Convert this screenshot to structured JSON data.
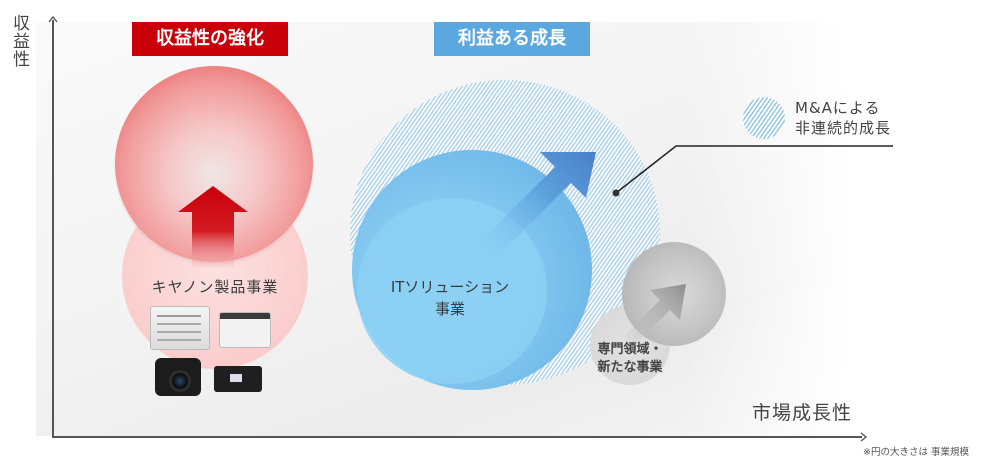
{
  "axes": {
    "y_label": "収益性",
    "x_label": "市場成長性"
  },
  "badges": {
    "left": "収益性の強化",
    "right": "利益ある成長"
  },
  "segments": {
    "canon": {
      "label": "キヤノン製品事業",
      "color": "#e76363"
    },
    "it": {
      "label_line1": "ITソリューション",
      "label_line2": "事業",
      "color": "#6fb8e8"
    },
    "new": {
      "label_line1": "専門領域・",
      "label_line2": "新たな事業",
      "color": "#b5b5b5"
    }
  },
  "legend": {
    "line1": "M&Aによる",
    "line2": "非連続的成長",
    "icon": "hatched-circle-icon"
  },
  "note": "※円の大きさは 事業規模",
  "colors": {
    "badge_red": "#c8000a",
    "badge_blue": "#5aa8df",
    "hatch": "#a9cfe8"
  }
}
